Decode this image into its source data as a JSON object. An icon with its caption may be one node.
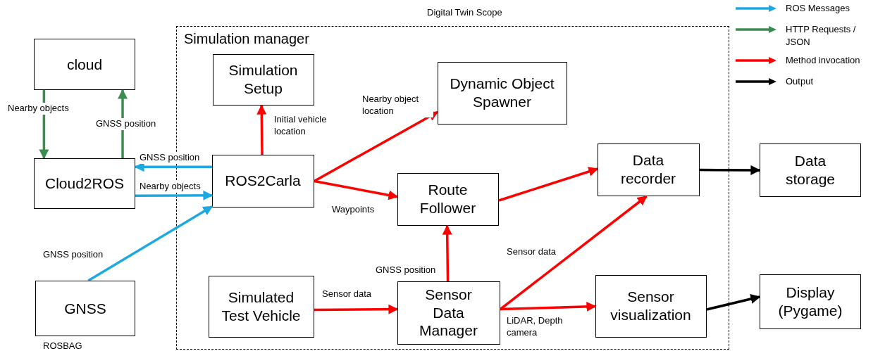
{
  "diagram": {
    "nodes": [
      {
        "text": [
          "Digital Twin Scope",
          "Simulation manager"
        ]
      },
      {
        "text": [
          "cloud"
        ]
      },
      {
        "text": [
          "Cloud2ROS"
        ]
      },
      {
        "text": [
          "GNSS"
        ],
        "beside": [
          "ROSBAG"
        ]
      },
      {
        "text": [
          "Simulation Setup"
        ],
        "in": 0
      },
      {
        "text": [
          "Dynamic Object Spawner"
        ],
        "in": 0
      },
      {
        "text": [
          "ROS2Carla"
        ],
        "in": 0
      },
      {
        "text": [
          "Route Follower"
        ],
        "in": 0
      },
      {
        "text": [
          "Data recorder"
        ],
        "in": 0
      },
      {
        "text": [
          "Simulated Test Vehicle"
        ],
        "in": 0
      },
      {
        "text": [
          "Sensor Data Manager"
        ],
        "in": 0
      },
      {
        "text": [
          "Sensor visualization"
        ],
        "in": 0
      },
      {
        "text": [
          "Data storage"
        ]
      },
      {
        "text": [
          "Display (Pygame)"
        ]
      }
    ],
    "edges": [
      {
        "from": 1,
        "to": 2,
        "arrow": "to",
        "label": "Nearby objects",
        "color": "#3c8c50"
      },
      {
        "from": 2,
        "to": 1,
        "arrow": "to",
        "label": "GNSS position",
        "color": "#3c8c50"
      },
      {
        "from": 6,
        "to": 2,
        "arrow": "to",
        "label": "GNSS position",
        "color": "#1ea8e0"
      },
      {
        "from": 2,
        "to": 6,
        "arrow": "to",
        "label": "Nearby objects",
        "color": "#1ea8e0"
      },
      {
        "from": 3,
        "to": 6,
        "arrow": "to",
        "label": "GNSS position",
        "color": "#1ea8e0"
      },
      {
        "from": 6,
        "to": 4,
        "arrow": "to",
        "label": "Initial vehicle location"
      },
      {
        "from": 6,
        "to": 5,
        "arrow": "to",
        "label": "Nearby object location"
      },
      {
        "from": 6,
        "to": 7,
        "arrow": "to",
        "label": "Waypoints"
      },
      {
        "from": 10,
        "to": 7,
        "arrow": "to",
        "label": "GNSS position"
      },
      {
        "from": 7,
        "to": 8,
        "arrow": "to"
      },
      {
        "from": 10,
        "to": 8,
        "arrow": "to",
        "label": "Sensor data"
      },
      {
        "from": 9,
        "to": 10,
        "arrow": "to",
        "label": "Sensor data"
      },
      {
        "from": 10,
        "to": 11,
        "arrow": "to",
        "label": "LiDAR, Depth camera"
      },
      {
        "from": 8,
        "to": 12,
        "arrow": "to",
        "color": "#000000"
      },
      {
        "from": 11,
        "to": 13,
        "arrow": "to",
        "color": "#000000"
      }
    ],
    "legend": [
      {
        "text": "ROS Messages",
        "color": "#1ea8e0"
      },
      {
        "text": "HTTP Requests / JSON",
        "color": "#3c8c50"
      },
      {
        "text": "Method invocation",
        "color": "#ff0000"
      },
      {
        "text": "Output",
        "color": "#000000"
      }
    ]
  }
}
